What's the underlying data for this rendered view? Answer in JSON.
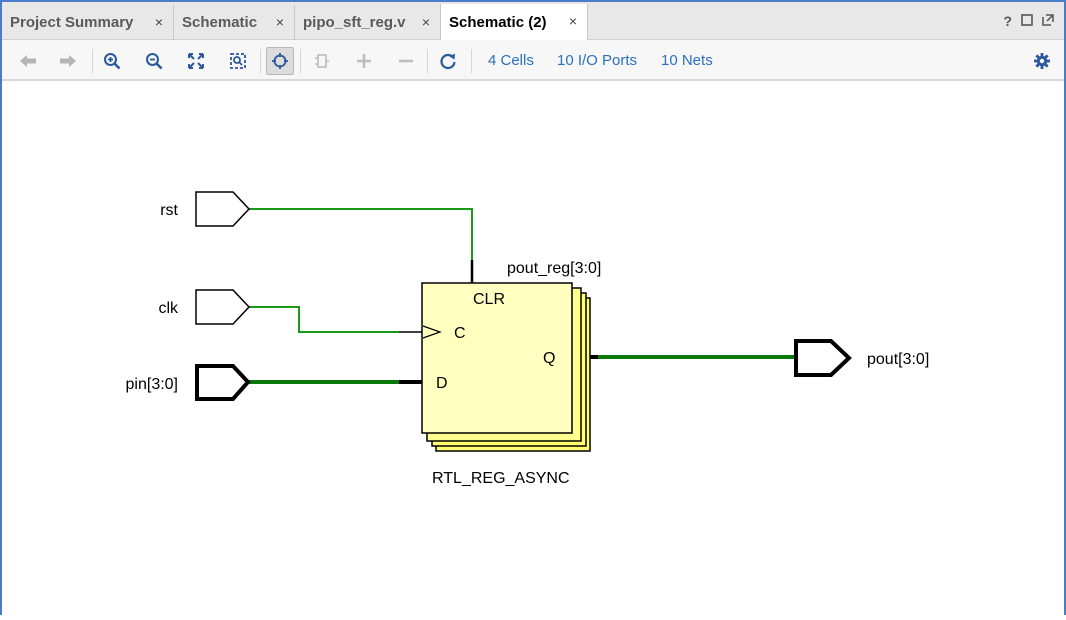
{
  "tabs": [
    {
      "label": "Project Summary",
      "active": false
    },
    {
      "label": "Schematic",
      "active": false
    },
    {
      "label": "pipo_sft_reg.v",
      "active": false
    },
    {
      "label": "Schematic (2)",
      "active": true
    }
  ],
  "tab_close_glyph": "×",
  "window_controls": {
    "help": "?",
    "restore": "□",
    "float": "⧉"
  },
  "toolbar": {
    "cells_label": "4 Cells",
    "io_ports_label": "10 I/O Ports",
    "nets_label": "10 Nets",
    "icons": [
      "back-icon",
      "forward-icon",
      "zoom-in-icon",
      "zoom-out-icon",
      "zoom-fit-icon",
      "zoom-area-icon",
      "select-mode-icon",
      "collapse-icon",
      "expand-icon",
      "remove-icon",
      "reload-icon",
      "settings-icon"
    ]
  },
  "schematic": {
    "input_ports": [
      "rst",
      "clk",
      "pin[3:0]"
    ],
    "output_ports": [
      "pout[3:0]"
    ],
    "cell_instance": "pout_reg[3:0]",
    "cell_type": "RTL_REG_ASYNC",
    "pins": {
      "clr": "CLR",
      "c": "C",
      "d": "D",
      "q": "Q"
    }
  },
  "colors": {
    "accent": "#2a6fc2",
    "window_border": "#4a7cc9",
    "net": "#1a9a1a",
    "bus_net": "#0a7a0a",
    "cell_fill": "#ffffc0",
    "cell_stack_fill": "#ffff70"
  }
}
